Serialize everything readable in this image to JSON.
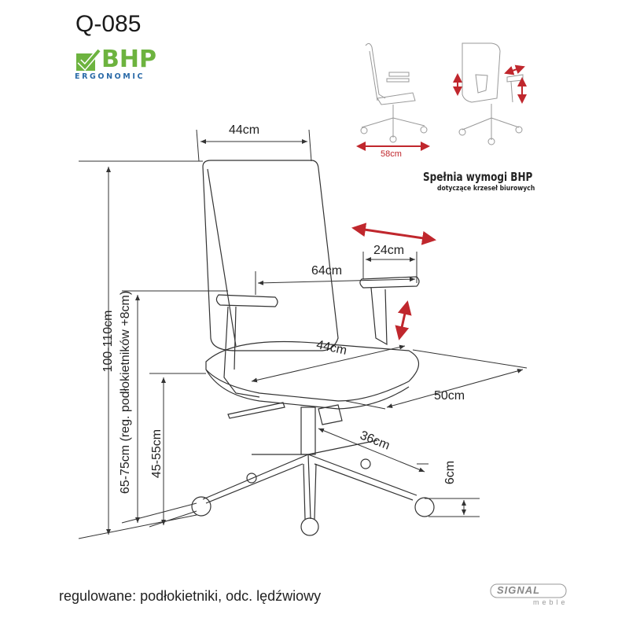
{
  "product": {
    "model": "Q-085"
  },
  "bhp_logo": {
    "word": "BHP",
    "subtitle": "ERGONOMIC",
    "color": "#6db33f",
    "subtitle_color": "#2a6aa8"
  },
  "dimensions": {
    "backrest_width": "44cm",
    "total_height": "100-110cm",
    "armrest_height": "65-75cm (reg. podłokietników +8cm)",
    "seat_height": "45-55cm",
    "total_width": "64cm",
    "armrest_length": "24cm",
    "seat_width": "44cm",
    "seat_depth": "50cm",
    "base_radius": "36cm",
    "wheel_height": "6cm",
    "side_depth": "58cm"
  },
  "bhp_note": {
    "title": "Spełnia wymogi BHP",
    "subtitle": "dotyczące krzeseł biurowych"
  },
  "footer": {
    "adjustable": "regulowane: podłokietniki, odc. lędźwiowy"
  },
  "brand": {
    "name": "SIGNAL",
    "sub": "meble"
  },
  "colors": {
    "arrow_red": "#c0272d",
    "line": "#333333"
  }
}
